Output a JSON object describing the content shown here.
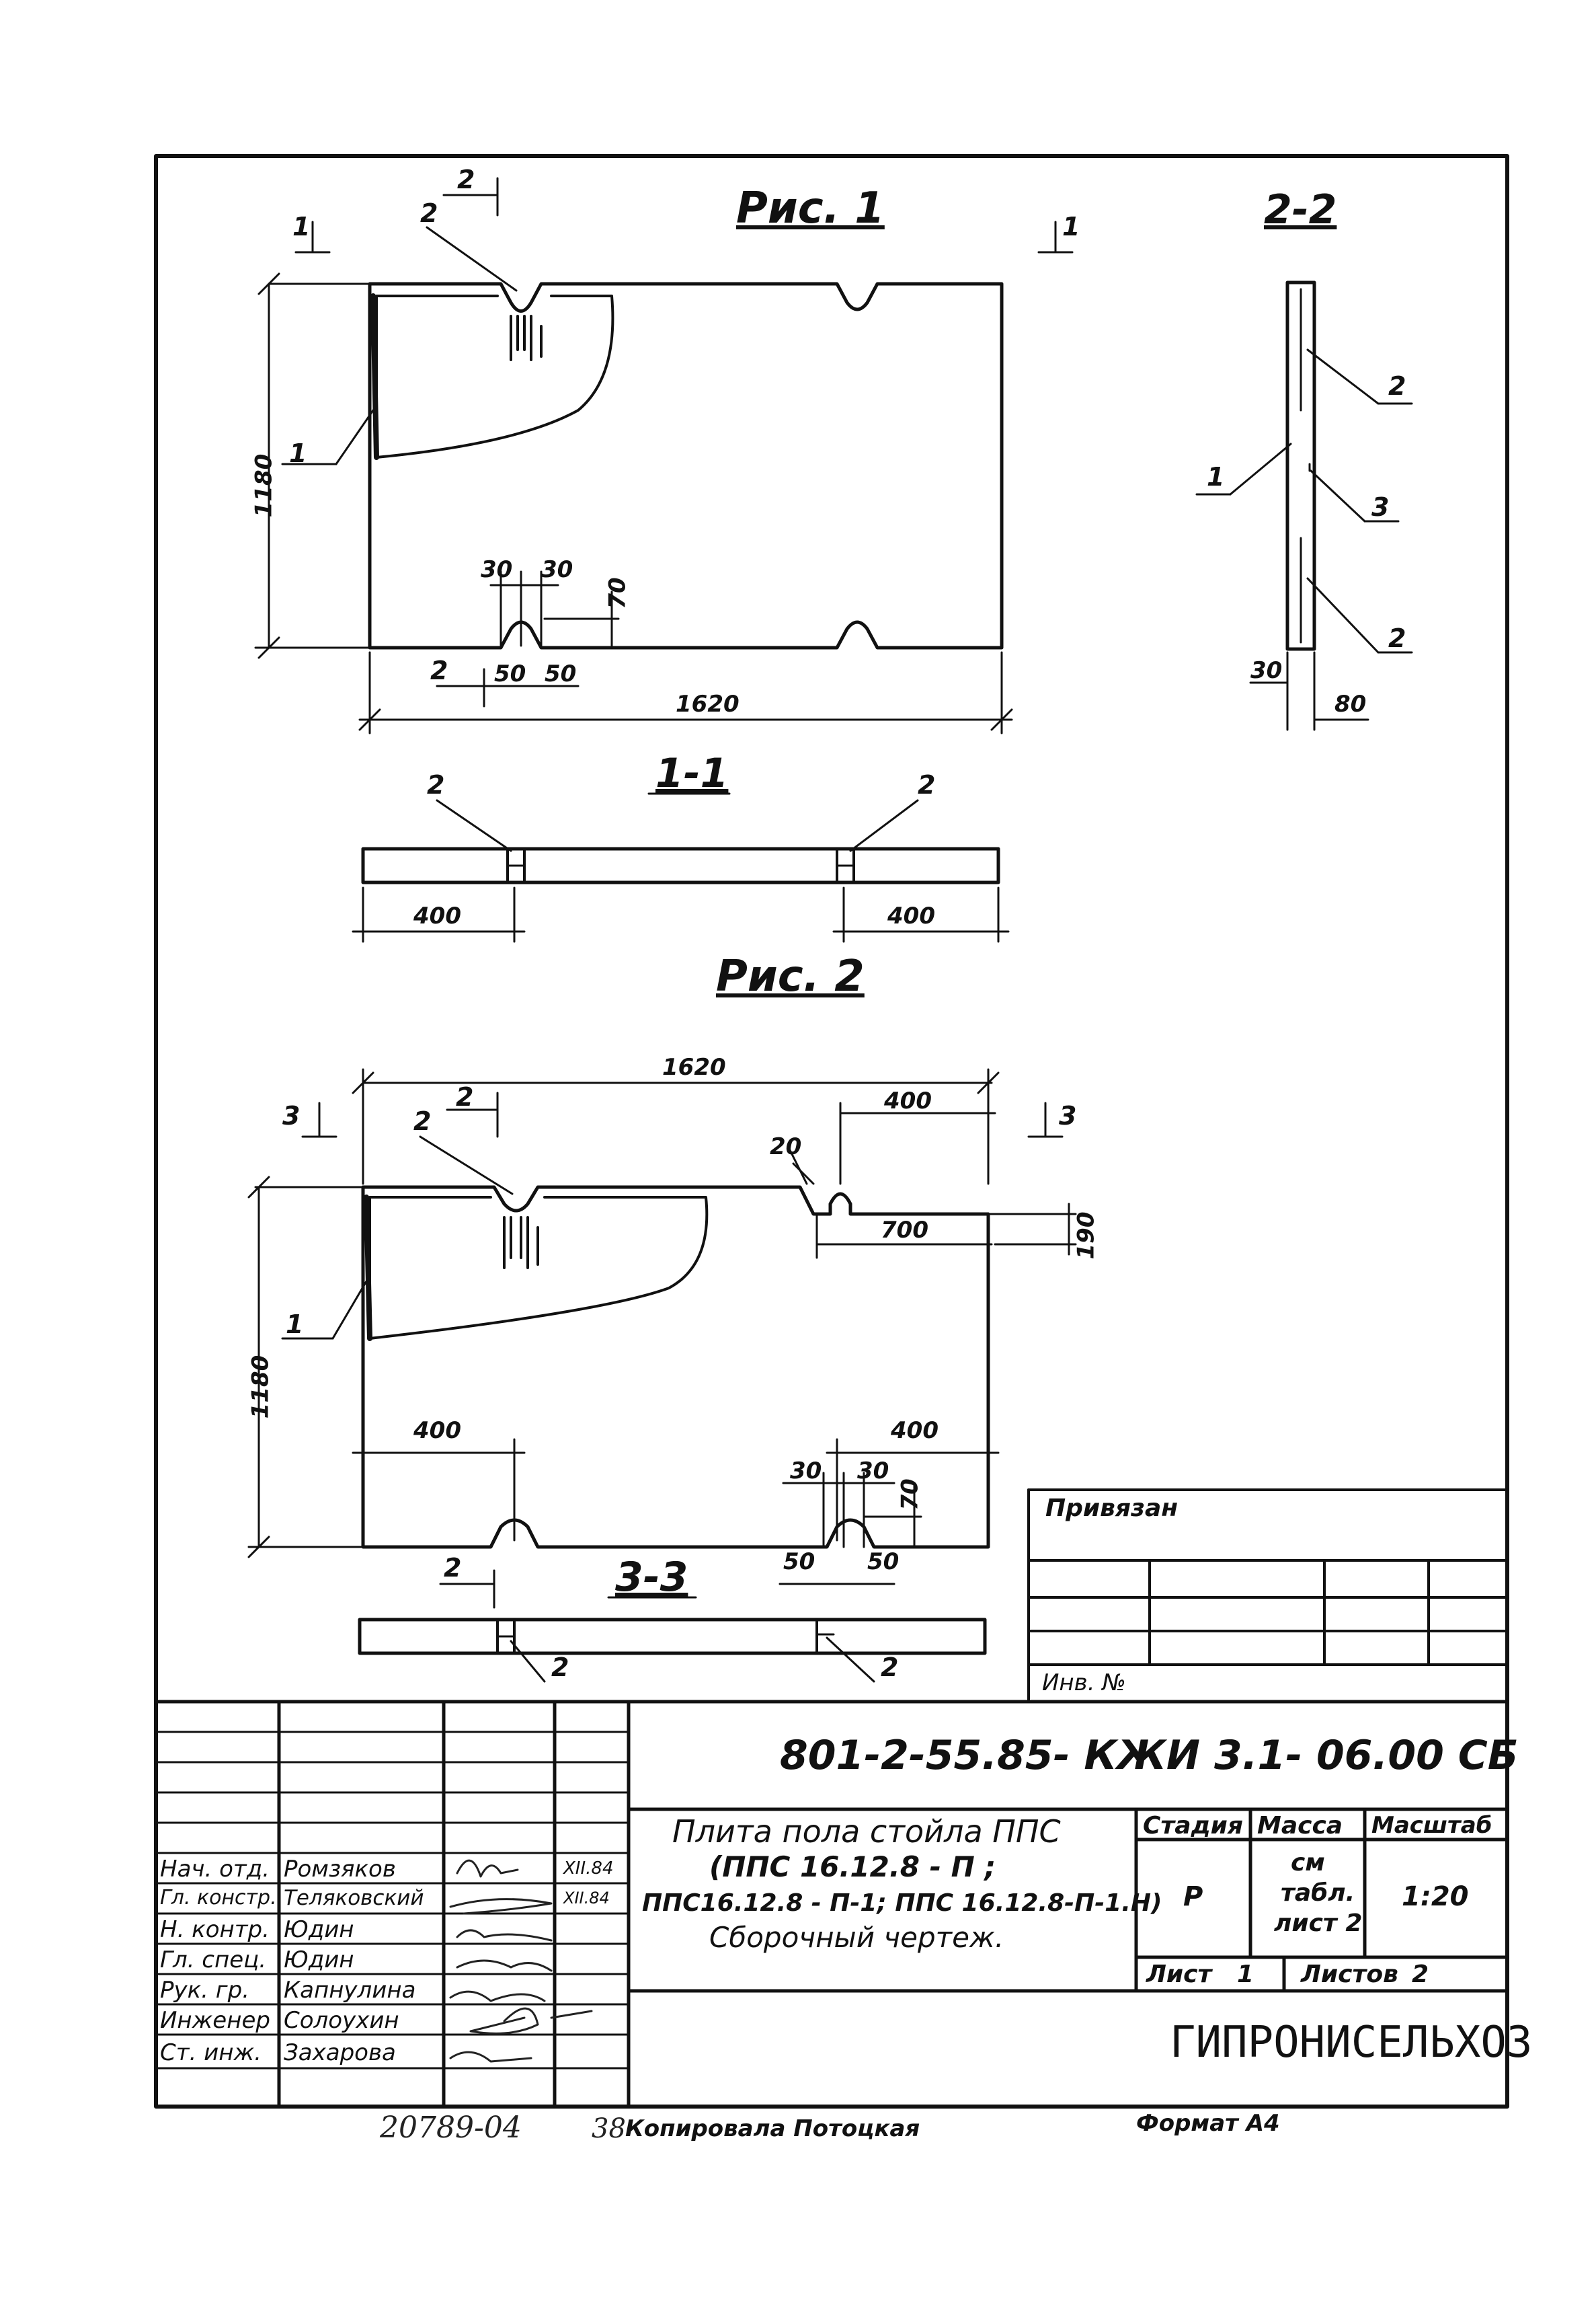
{
  "figures": {
    "fig1": "Рис. 1",
    "fig2": "Рис. 2"
  },
  "sections": {
    "s11": "1-1",
    "s22": "2-2",
    "s33": "3-3",
    "cut1": "1",
    "cut2": "2",
    "cut3": "3"
  },
  "callouts": {
    "c1": "1",
    "c2": "2",
    "c3": "3"
  },
  "dims": {
    "d1180": "1180",
    "d1620": "1620",
    "d400": "400",
    "d30": "30",
    "d70": "70",
    "d50": "50",
    "d20": "20",
    "d700": "700",
    "d190": "190",
    "d80": "80"
  },
  "binding": {
    "title": "Привязан",
    "inv": "Инв. №"
  },
  "title_block": {
    "doc_code": "801-2-55.85- КЖИ 3.1- 06.00 СБ",
    "name_line1": "Плита пола стойла ППС",
    "name_line2": "(ППС 16.12.8 - П ;",
    "name_line3": "ППС16.12.8 - П-1; ППС 16.12.8-П-1.Н)",
    "name_line4": "Сборочный чертеж.",
    "stage_label": "Стадия",
    "mass_label": "Масса",
    "scale_label": "Масштаб",
    "stage": "Р",
    "mass_line1": "см",
    "mass_line2": "табл.",
    "mass_line3": "лист 2",
    "scale": "1:20",
    "sheet_label": "Лист",
    "sheet_no": "1",
    "sheets_label": "Листов",
    "sheets_no": "2",
    "org": "ГИПРОНИСЕЛЬХОЗ",
    "roles": [
      "Нач. отд.",
      "Гл. констр.",
      "Н. контр.",
      "Гл. спец.",
      "Рук. гр.",
      "Инженер",
      "Ст. инж."
    ],
    "names": [
      "Ромзяков",
      "Теляковский",
      "Юдин",
      "Юдин",
      "Капнулина",
      "Солоухин",
      "Захарова"
    ],
    "date1": "XII.84",
    "date2": "XII.84"
  },
  "footer": {
    "number": "20789-04",
    "page": "38",
    "copied": "Копировала Потоцкая",
    "format": "Формат А4"
  }
}
